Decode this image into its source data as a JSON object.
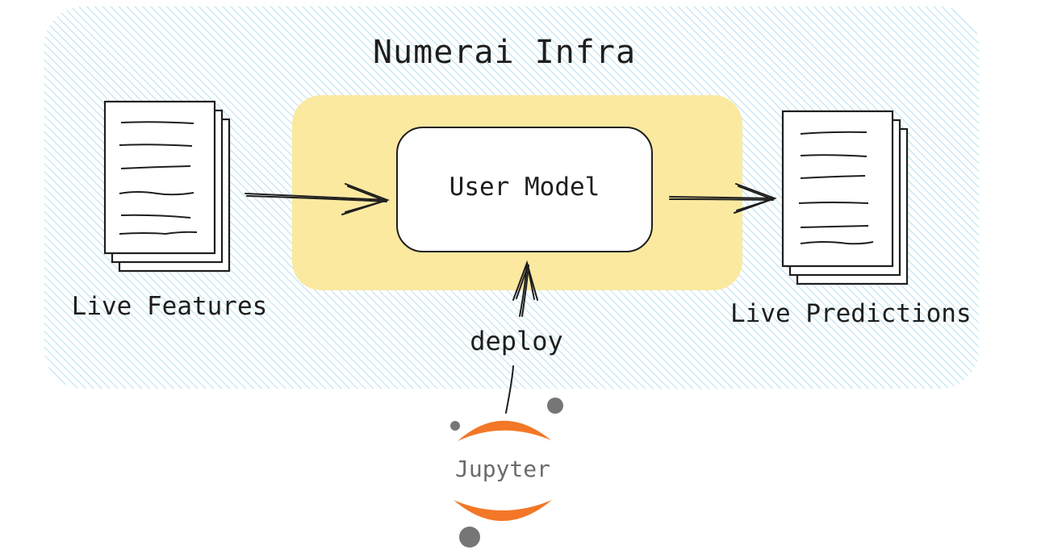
{
  "diagram": {
    "title": "Numerai Infra",
    "model": {
      "label": "User Model"
    },
    "inputs": {
      "label": "Live Features"
    },
    "outputs": {
      "label": "Live Predictions"
    },
    "deploy": {
      "label": "deploy"
    },
    "logo": {
      "text": "Jupyter",
      "icon": "jupyter-logo"
    }
  },
  "colors": {
    "infra_hatch": "#a5d8ee",
    "model_area": "#fbe9a0",
    "model_box": "#ffffff",
    "stroke": "#1e1e1e",
    "jupyter_orange": "#f37726",
    "jupyter_gray": "#767677"
  }
}
